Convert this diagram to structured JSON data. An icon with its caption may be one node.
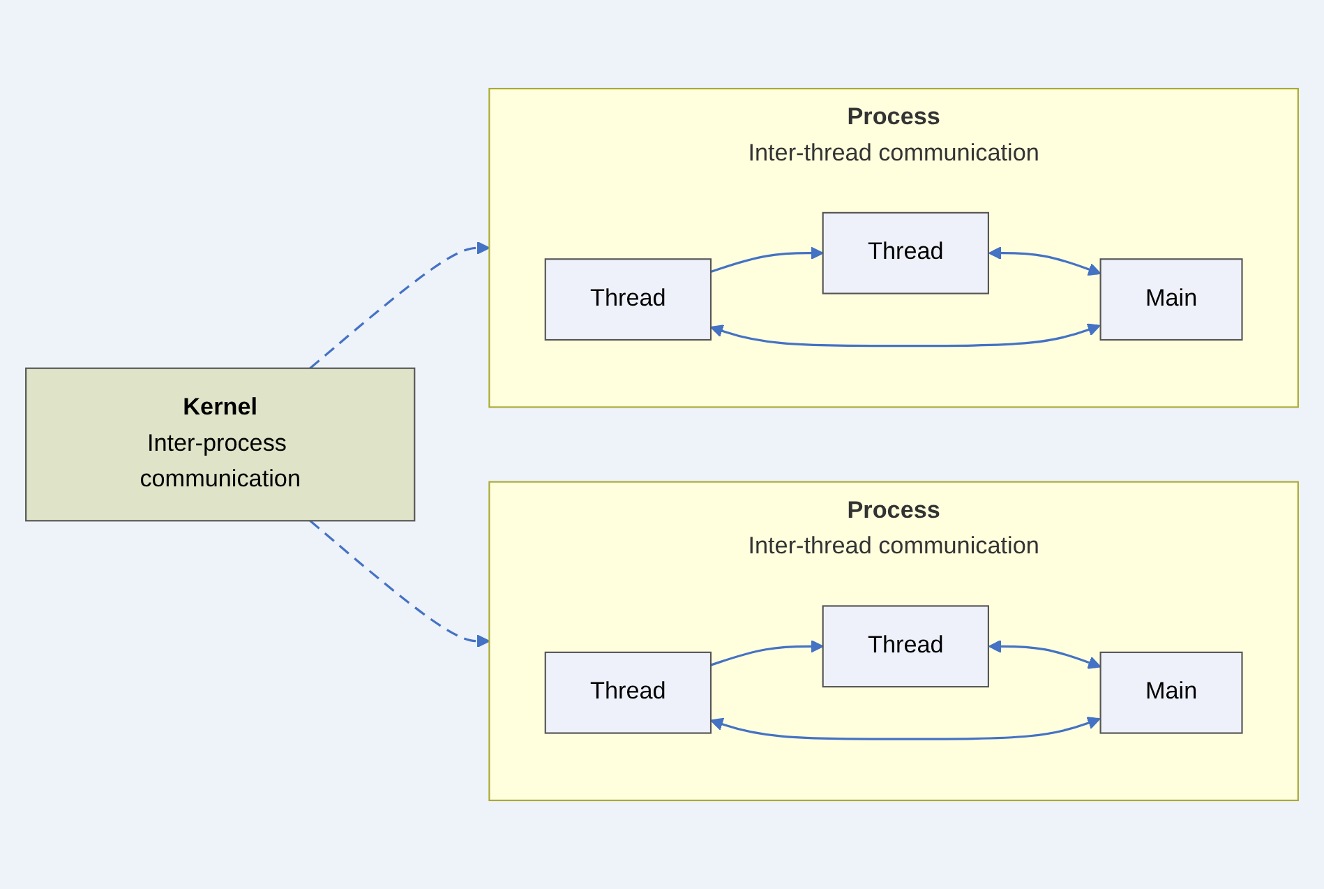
{
  "diagram": {
    "nodes": [
      {
        "text": [
          "Kernel",
          "Inter-process communication"
        ]
      },
      {
        "text": [
          "Process",
          "Inter-thread communication"
        ]
      },
      {
        "text": [
          "Thread"
        ],
        "in": 1
      },
      {
        "text": [
          "Main"
        ],
        "in": 1
      },
      {
        "text": [
          "Thread"
        ],
        "in": 1
      },
      {
        "text": [
          "Process",
          "Inter-thread communication"
        ]
      },
      {
        "text": [
          "Thread"
        ],
        "in": 5
      },
      {
        "text": [
          "Main"
        ],
        "in": 5
      },
      {
        "text": [
          "Thread"
        ],
        "in": 5
      }
    ],
    "edges": [
      {
        "from": 0,
        "to": 1,
        "arrow": "to",
        "style": "dashed"
      },
      {
        "from": 0,
        "to": 5,
        "arrow": "to",
        "style": "dashed"
      },
      {
        "from": 3,
        "to": 2,
        "arrow": "both"
      },
      {
        "from": 2,
        "to": 4,
        "arrow": "to"
      },
      {
        "from": 4,
        "to": 3,
        "arrow": "both"
      },
      {
        "from": 7,
        "to": 6,
        "arrow": "both"
      },
      {
        "from": 6,
        "to": 8,
        "arrow": "to"
      },
      {
        "from": 8,
        "to": 7,
        "arrow": "both"
      }
    ]
  }
}
